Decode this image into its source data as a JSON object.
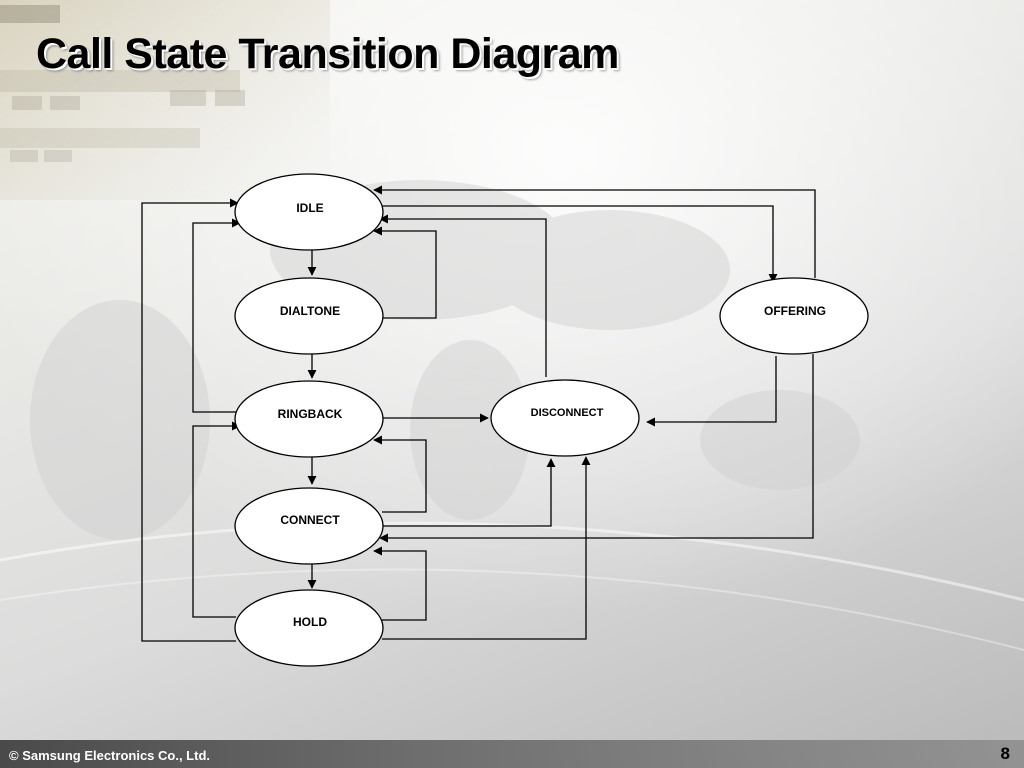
{
  "slide": {
    "title": "Call State Transition Diagram",
    "footer": "© Samsung Electronics Co., Ltd.",
    "page_number": "8"
  },
  "diagram": {
    "nodes": {
      "idle": "IDLE",
      "dialtone": "DIALTONE",
      "ringback": "RINGBACK",
      "connect": "CONNECT",
      "hold": "HOLD",
      "disconnect": "DISCONNECT",
      "offering": "OFFERING"
    },
    "edges": [
      {
        "from": "IDLE",
        "to": "DIALTONE"
      },
      {
        "from": "DIALTONE",
        "to": "IDLE"
      },
      {
        "from": "DIALTONE",
        "to": "RINGBACK"
      },
      {
        "from": "RINGBACK",
        "to": "IDLE"
      },
      {
        "from": "RINGBACK",
        "to": "DISCONNECT"
      },
      {
        "from": "RINGBACK",
        "to": "CONNECT"
      },
      {
        "from": "CONNECT",
        "to": "RINGBACK"
      },
      {
        "from": "CONNECT",
        "to": "DISCONNECT"
      },
      {
        "from": "CONNECT",
        "to": "HOLD"
      },
      {
        "from": "HOLD",
        "to": "CONNECT"
      },
      {
        "from": "HOLD",
        "to": "RINGBACK"
      },
      {
        "from": "HOLD",
        "to": "IDLE"
      },
      {
        "from": "HOLD",
        "to": "DISCONNECT"
      },
      {
        "from": "DISCONNECT",
        "to": "IDLE"
      },
      {
        "from": "IDLE",
        "to": "OFFERING"
      },
      {
        "from": "OFFERING",
        "to": "IDLE"
      },
      {
        "from": "OFFERING",
        "to": "DISCONNECT"
      },
      {
        "from": "OFFERING",
        "to": "CONNECT"
      }
    ]
  }
}
